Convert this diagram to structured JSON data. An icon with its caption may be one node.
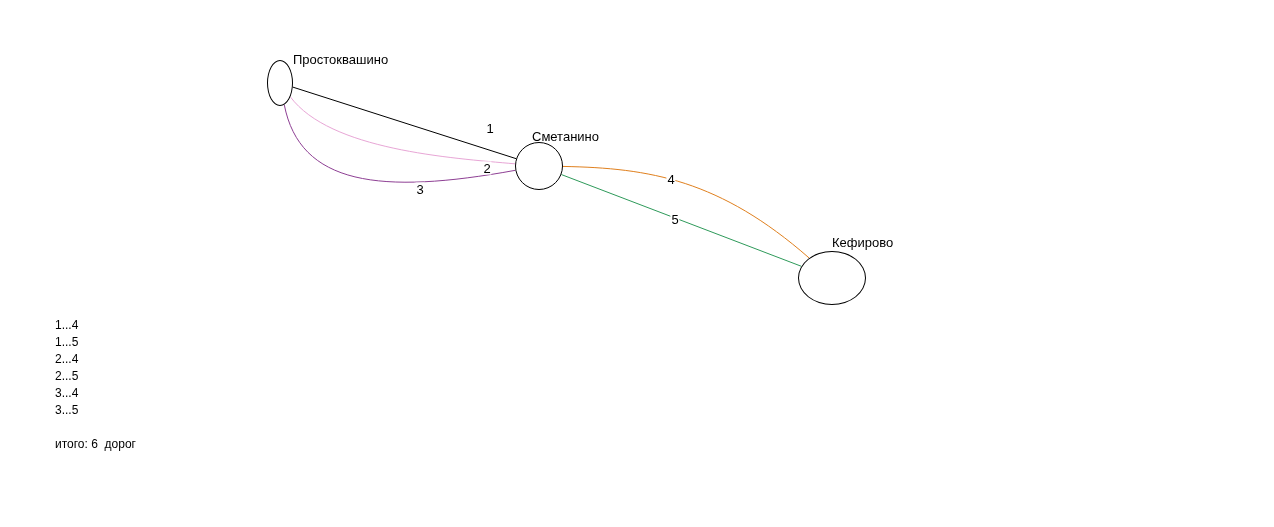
{
  "diagram": {
    "nodes": [
      {
        "text": [
          "Простоквашино"
        ]
      },
      {
        "text": [
          "Сметанино"
        ]
      },
      {
        "text": [
          "Кефирово"
        ]
      }
    ],
    "edges": [
      {
        "from": 0,
        "to": 1,
        "arrow": "none",
        "label": "1"
      },
      {
        "from": 0,
        "to": 1,
        "arrow": "none",
        "label": "2",
        "color": "#e8a6d6"
      },
      {
        "from": 0,
        "to": 1,
        "arrow": "none",
        "label": "3",
        "color": "#8e3f94"
      },
      {
        "from": 1,
        "to": 2,
        "arrow": "none",
        "label": "4",
        "color": "#e0801e"
      },
      {
        "from": 1,
        "to": 2,
        "arrow": "none",
        "label": "5",
        "color": "#2e9a5a"
      }
    ],
    "labels": [
      "1...4",
      "1...5",
      "2...4",
      "2...5",
      "3...4",
      "3...5",
      "итого: 6  дорог"
    ]
  }
}
